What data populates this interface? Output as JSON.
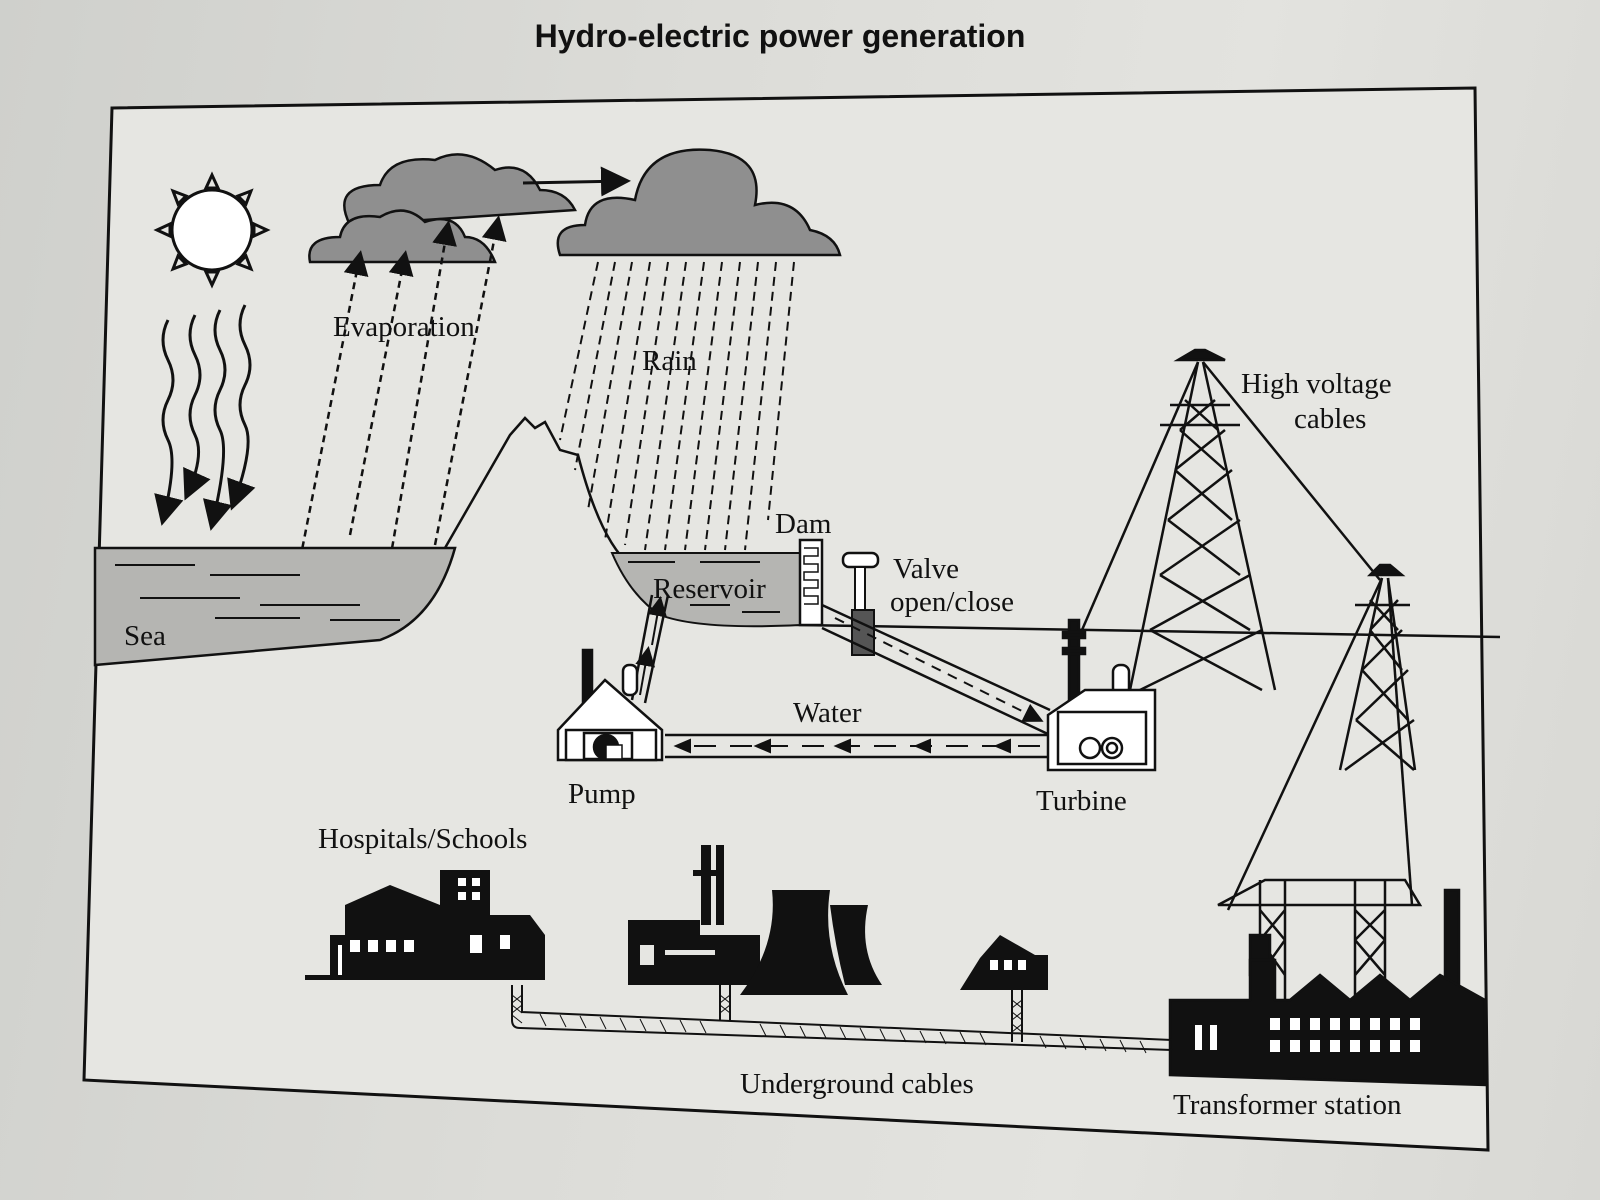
{
  "title": "Hydro-electric power generation",
  "labels": {
    "evaporation": "Evaporation",
    "rain": "Rain",
    "sea": "Sea",
    "reservoir": "Reservoir",
    "dam": "Dam",
    "valve_line1": "Valve",
    "valve_line2": "open/close",
    "high_voltage_line1": "High voltage",
    "high_voltage_line2": "cables",
    "water": "Water",
    "pump": "Pump",
    "turbine": "Turbine",
    "hospitals_schools": "Hospitals/Schools",
    "underground_cables": "Underground cables",
    "transformer_station": "Transformer station"
  },
  "icons": [
    "sun-icon",
    "cloud-icon",
    "rain-cloud-icon",
    "mountain-icon",
    "dam-icon",
    "valve-icon",
    "pump-house-icon",
    "turbine-house-icon",
    "pylon-icon",
    "hospital-building-icon",
    "power-plant-icon",
    "house-icon",
    "transformer-station-icon"
  ],
  "colors": {
    "ink": "#111111",
    "cloud": "#8f8f8f",
    "water": "#b5b5b2",
    "paper": "#e3e3df"
  }
}
